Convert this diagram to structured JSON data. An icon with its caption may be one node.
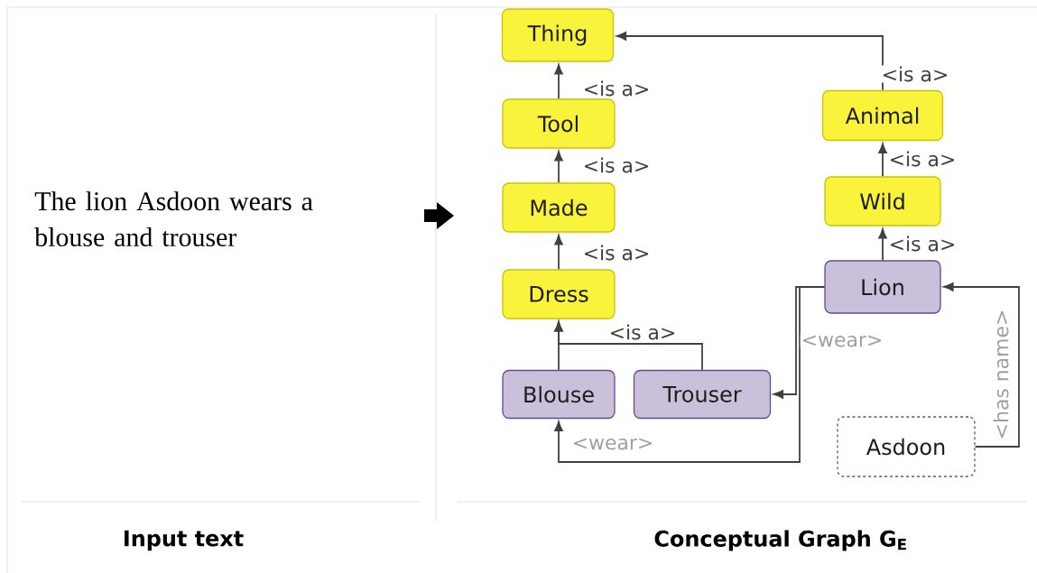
{
  "diagram": {
    "nodes": [
      {
        "text": [
          "Thing"
        ]
      },
      {
        "text": [
          "Tool"
        ]
      },
      {
        "text": [
          "Made"
        ]
      },
      {
        "text": [
          "Dress"
        ]
      },
      {
        "text": [
          "Blouse"
        ]
      },
      {
        "text": [
          "Trouser"
        ]
      },
      {
        "text": [
          "Animal"
        ]
      },
      {
        "text": [
          "Wild"
        ]
      },
      {
        "text": [
          "Lion"
        ]
      },
      {
        "text": [
          "Asdoon"
        ]
      }
    ],
    "edges": [
      {
        "from": 1,
        "to": 0,
        "arrow": "to",
        "label": "<is a>"
      },
      {
        "from": 2,
        "to": 1,
        "arrow": "to",
        "label": "<is a>"
      },
      {
        "from": 3,
        "to": 2,
        "arrow": "to",
        "label": "<is a>"
      },
      {
        "from": 4,
        "to": 3,
        "arrow": "to"
      },
      {
        "from": 5,
        "to": 3,
        "arrow": "to",
        "label": "<is a>"
      },
      {
        "from": 6,
        "to": 0,
        "arrow": "to",
        "label": "<is a>"
      },
      {
        "from": 7,
        "to": 6,
        "arrow": "to",
        "label": "<is a>"
      },
      {
        "from": 8,
        "to": 7,
        "arrow": "to",
        "label": "<is a>"
      },
      {
        "from": 8,
        "to": 5,
        "arrow": "to",
        "label": "<wear>"
      },
      {
        "from": 8,
        "to": 4,
        "arrow": "to",
        "label": "<wear>"
      },
      {
        "from": 9,
        "to": 8,
        "arrow": "to",
        "label": "<has name>"
      }
    ],
    "labels": [
      "The lion Asdoon wears a blouse and trouser",
      "Input text",
      "Conceptual Graph G$_{E}$"
    ]
  }
}
